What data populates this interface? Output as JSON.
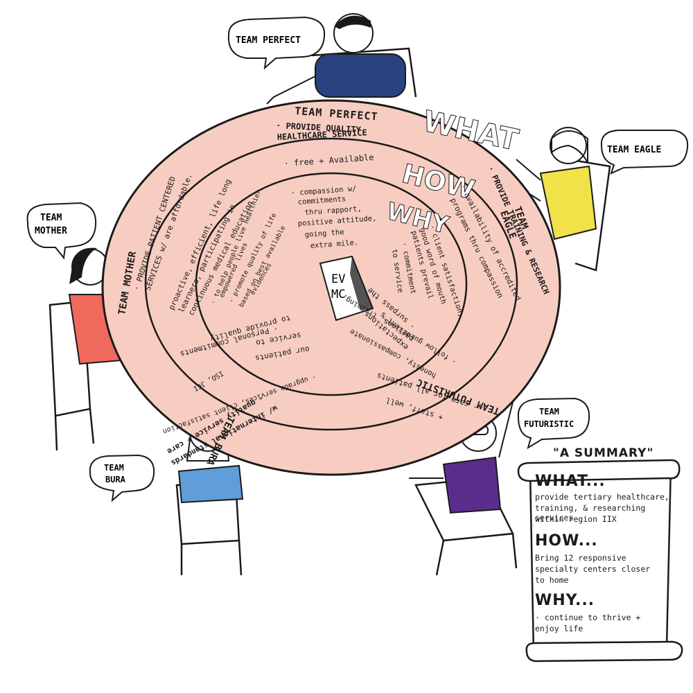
{
  "center": {
    "logo_lines": [
      "EV",
      "MC"
    ]
  },
  "section_labels": {
    "what": "WHAT",
    "how": "HOW",
    "why": "WHY"
  },
  "bubbles": {
    "perfect": "TEAM PERFECT",
    "eagle": "TEAM EAGLE",
    "mother_line1": "TEAM",
    "mother_line2": "MOTHER",
    "bura_line1": "TEAM",
    "bura_line2": "BURA",
    "futuristic_line1": "TEAM",
    "futuristic_line2": "FUTURISTIC"
  },
  "teams": {
    "perfect": {
      "name": "TEAM PERFECT",
      "what_1": "· PROVIDE QUALITY",
      "what_2": "HEALTHCARE SERVICE",
      "how": "· free + Available",
      "why_1": "· compassion w/",
      "why_2": "commitments",
      "why_3": "thru rapport,",
      "why_4": "positive attitude,",
      "why_5": "going the",
      "why_6": "extra mile."
    },
    "eagle": {
      "name_1": "TEAM",
      "name_2": "EAGLE",
      "what": "· PROVIDE TRAINING & RESEARCH",
      "how_1": "· availability of accredited",
      "how_2": "programs thru compassion",
      "why_1": "· client satisfaction,",
      "why_2": "good word of mouth",
      "why_3": "patients prevail",
      "why_4": "· commitment",
      "why_5": "to service"
    },
    "mother": {
      "name": "TEAM MOTHER",
      "what_1": "· PROVIDE PATIENT CENTERED",
      "what_2": "SERVICES w/ are affordable.",
      "how_1": "proactive, efficient, life long",
      "how_2": "learners, participating in",
      "how_3": "continuous medical education",
      "why_1": "· to help people live healthier,",
      "why_2": "empowered lives",
      "why_3": "· promote quality of life",
      "why_4": "based on best available",
      "why_5": "evidences"
    },
    "bura": {
      "name": "TEAM BURA",
      "what_1": "· quality service + care",
      "what_2": "w/ international standards",
      "how_1": "· upgrade services, client satisfaction",
      "how_2": "ISO, JCI",
      "why_1": "· Personal commitments",
      "why_2": "to provide quality",
      "why_3": "service to",
      "why_4": "our patients"
    },
    "futuristic": {
      "name": "TEAM FUTURISTIC",
      "what_1": "· care for all patients",
      "what_2": "+ staff, well",
      "how_1": "· follow guidelines, training,",
      "how_2": "honesty, compassionate",
      "why_1": "· surpass the",
      "why_2": "patient's",
      "why_3": "expectations"
    }
  },
  "summary": {
    "title": "\"A SUMMARY\"",
    "what_label": "WHAT...",
    "what_text_1": "provide tertiary healthcare,",
    "what_text_2": "training, & researching services",
    "what_text_3": "within region IIX",
    "how_label": "HOW...",
    "how_text_1": "Bring 12 responsive",
    "how_text_2": "specialty centers closer",
    "how_text_3": "to home",
    "why_label": "WHY...",
    "why_text_1": "· continue to thrive +",
    "why_text_2": "enjoy life"
  },
  "colors": {
    "table": "#f8cdc1",
    "ink": "#1a1a1a",
    "perfect_shirt": "#2a4380",
    "eagle_shirt": "#f2e24a",
    "mother_shirt": "#ef6a5c",
    "bura_shirt": "#5f9ed8",
    "futuristic_shirt": "#5a2d8c"
  }
}
